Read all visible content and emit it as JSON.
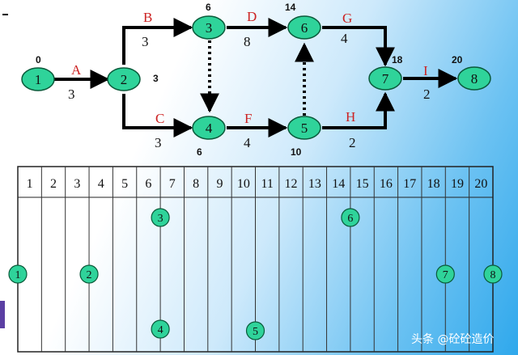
{
  "network": {
    "nodes": [
      {
        "id": "1",
        "time": "0"
      },
      {
        "id": "2",
        "time": "3"
      },
      {
        "id": "3",
        "time": "6"
      },
      {
        "id": "4",
        "time": "6"
      },
      {
        "id": "5",
        "time": "10"
      },
      {
        "id": "6",
        "time": "14"
      },
      {
        "id": "7",
        "time": "18"
      },
      {
        "id": "8",
        "time": "20"
      }
    ],
    "activities": [
      {
        "name": "A",
        "from": "1",
        "to": "2",
        "duration": "3"
      },
      {
        "name": "B",
        "from": "2",
        "to": "3",
        "duration": "3"
      },
      {
        "name": "C",
        "from": "2",
        "to": "4",
        "duration": "3"
      },
      {
        "name": "D",
        "from": "3",
        "to": "6",
        "duration": "8"
      },
      {
        "name": "F",
        "from": "4",
        "to": "5",
        "duration": "4"
      },
      {
        "name": "G",
        "from": "6",
        "to": "7",
        "duration": "4"
      },
      {
        "name": "H",
        "from": "5",
        "to": "7",
        "duration": "2"
      },
      {
        "name": "I",
        "from": "7",
        "to": "8",
        "duration": "2"
      }
    ],
    "dummies": [
      {
        "from": "3",
        "to": "4"
      },
      {
        "from": "5",
        "to": "6"
      }
    ]
  },
  "timeline": {
    "days": [
      "1",
      "2",
      "3",
      "4",
      "5",
      "6",
      "7",
      "8",
      "9",
      "10",
      "11",
      "12",
      "13",
      "14",
      "15",
      "16",
      "17",
      "18",
      "19",
      "20"
    ],
    "placed_nodes": [
      {
        "id": "1",
        "day": 0
      },
      {
        "id": "2",
        "day": 3
      },
      {
        "id": "3",
        "day": 6
      },
      {
        "id": "4",
        "day": 6
      },
      {
        "id": "5",
        "day": 10
      },
      {
        "id": "6",
        "day": 14
      },
      {
        "id": "7",
        "day": 18
      },
      {
        "id": "8",
        "day": 20
      }
    ]
  },
  "watermark": "头条 @砼砼造价",
  "colors": {
    "node_fill": "#2fd39a",
    "node_stroke": "#0a5a3a",
    "arrow": "#000000",
    "label_red": "#cc2222",
    "side_tab": "#5b3fa3"
  }
}
